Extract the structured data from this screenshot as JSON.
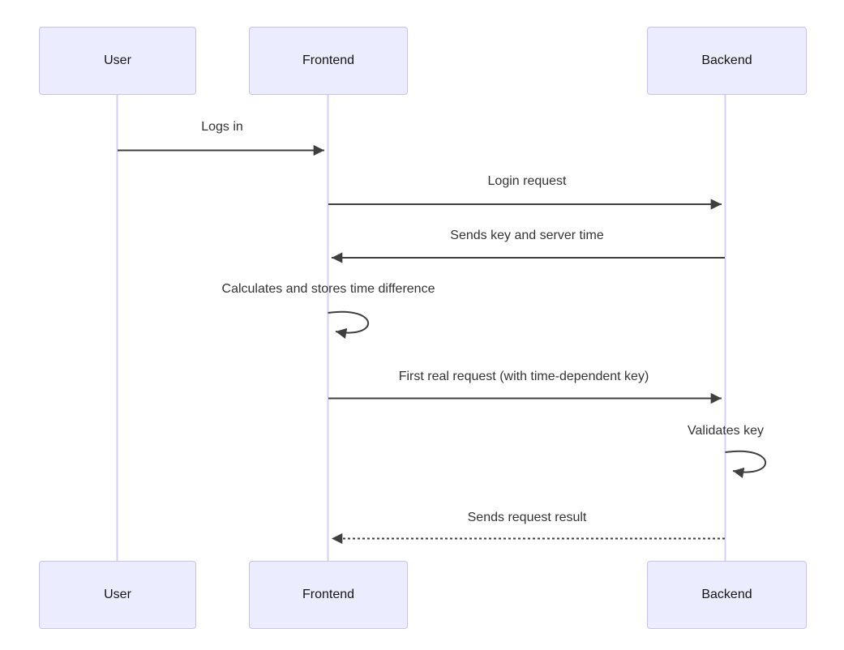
{
  "diagram": {
    "kind": "sequence-diagram",
    "actors": [
      {
        "id": "user",
        "label": "User"
      },
      {
        "id": "frontend",
        "label": "Frontend"
      },
      {
        "id": "backend",
        "label": "Backend"
      }
    ],
    "messages": [
      {
        "from": "User",
        "to": "Frontend",
        "label": "Logs in",
        "style": "solid"
      },
      {
        "from": "Frontend",
        "to": "Backend",
        "label": "Login request",
        "style": "solid"
      },
      {
        "from": "Backend",
        "to": "Frontend",
        "label": "Sends key and server time",
        "style": "solid"
      },
      {
        "from": "Frontend",
        "to": "Frontend",
        "label": "Calculates and stores time difference",
        "style": "self-loop"
      },
      {
        "from": "Frontend",
        "to": "Backend",
        "label": "First real request (with time-dependent key)",
        "style": "solid"
      },
      {
        "from": "Backend",
        "to": "Backend",
        "label": "Validates key",
        "style": "self-loop"
      },
      {
        "from": "Backend",
        "to": "Frontend",
        "label": "Sends request result",
        "style": "dashed"
      }
    ],
    "colors": {
      "background": "#ffffff",
      "actor_fill": "#ECECFF",
      "actor_border": "#c9c2ec",
      "lifeline": "#d7cff2",
      "arrow": "#3f3f3f",
      "text": "#333333"
    }
  }
}
